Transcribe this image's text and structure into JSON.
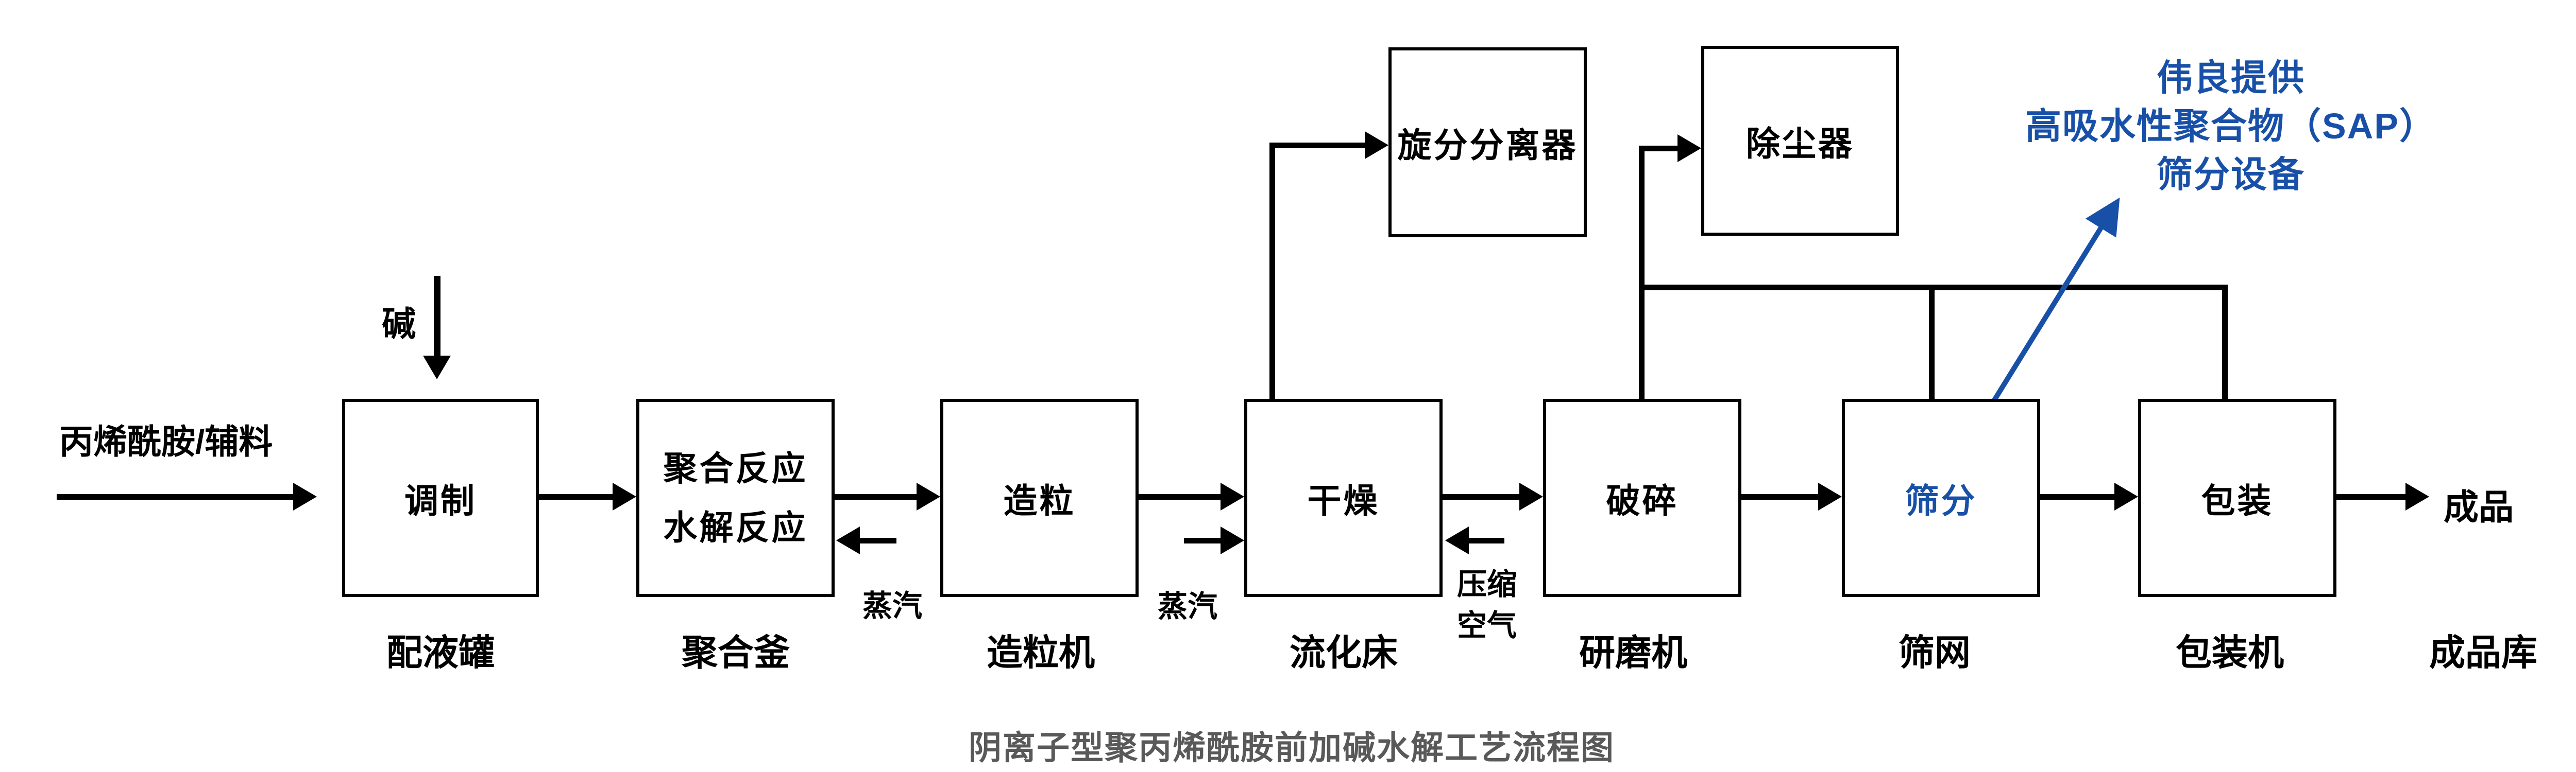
{
  "title": "阴离子型聚丙烯酰胺前加碱水解工艺流程图",
  "colors": {
    "line_black": "#000000",
    "accent_blue": "#1850A8",
    "title_gray": "#595959"
  },
  "annotation": {
    "line1": "伟良提供",
    "line2": "高吸水性聚合物（SAP）",
    "line3": "筛分设备"
  },
  "io": {
    "feed": "丙烯酰胺/辅料",
    "alkali": "碱",
    "steam_polymerizer": "蒸汽",
    "steam_dryer": "蒸汽",
    "compressed_air_l1": "压缩",
    "compressed_air_l2": "空气",
    "product": "成品",
    "warehouse": "成品库"
  },
  "process": {
    "blend": {
      "label": "调制",
      "equipment": "配液罐"
    },
    "polymerize": {
      "label_l1": "聚合反应",
      "label_l2": "水解反应",
      "equipment": "聚合釜"
    },
    "granulate": {
      "label": "造粒",
      "equipment": "造粒机"
    },
    "dry": {
      "label": "干燥",
      "equipment": "流化床"
    },
    "crush": {
      "label": "破碎",
      "equipment": "研磨机"
    },
    "sieve": {
      "label": "筛分",
      "equipment": "筛网"
    },
    "pack": {
      "label": "包装",
      "equipment": "包装机"
    },
    "cyclone": {
      "label": "旋分分离器"
    },
    "dust_collector": {
      "label": "除尘器"
    }
  }
}
